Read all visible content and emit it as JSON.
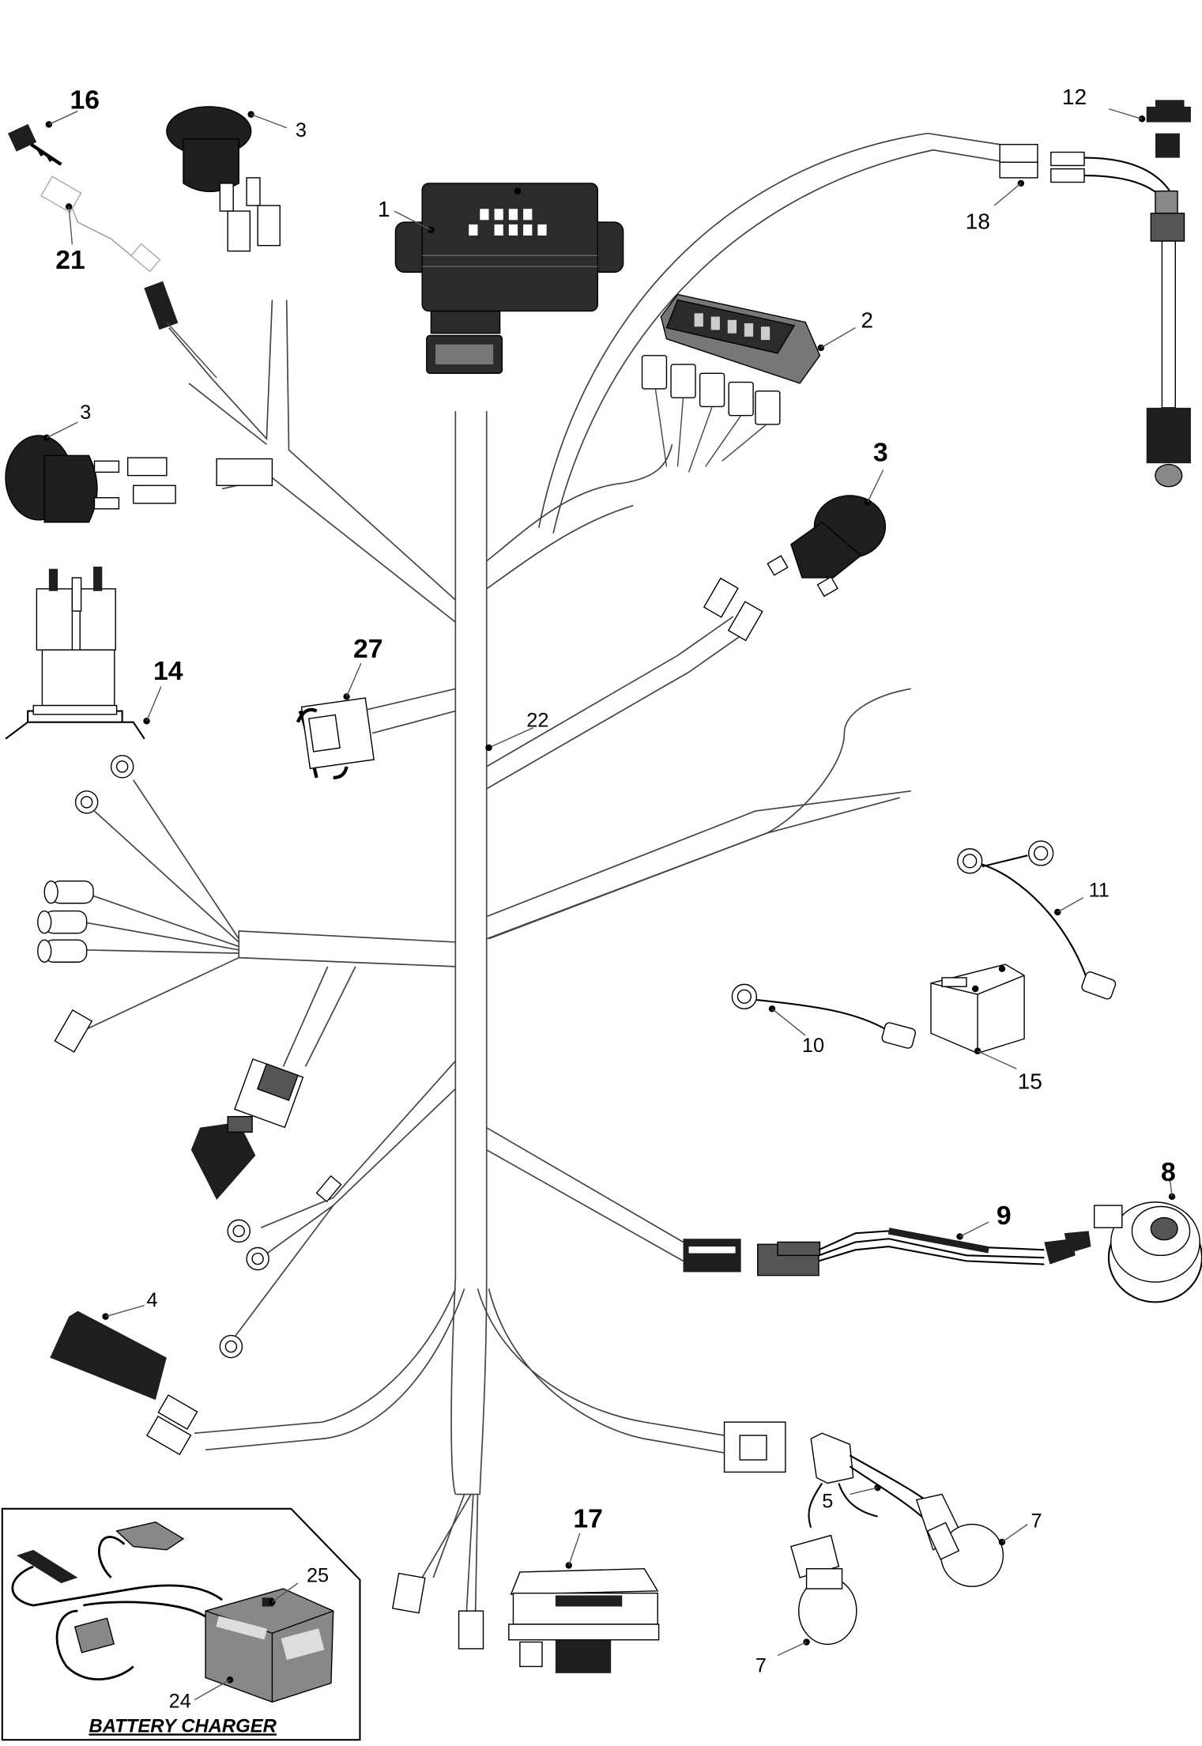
{
  "diagram": {
    "callouts": {
      "c1": "1",
      "c2": "2",
      "c3a": "3",
      "c3b": "3",
      "c3c": "3",
      "c4": "4",
      "c5": "5",
      "c7a": "7",
      "c7b": "7",
      "c8": "8",
      "c9": "9",
      "c10": "10",
      "c11": "11",
      "c12": "12",
      "c14": "14",
      "c15": "15",
      "c16": "16",
      "c17": "17",
      "c18": "18",
      "c21": "21",
      "c22": "22",
      "c24": "24",
      "c25": "25",
      "c27": "27"
    },
    "battery_charger_title": "BATTERY CHARGER"
  },
  "colors": {
    "line": "#000000",
    "wire": "#555555",
    "part_fill": "#2b2b2b",
    "wire_fill": "#ffffff"
  }
}
